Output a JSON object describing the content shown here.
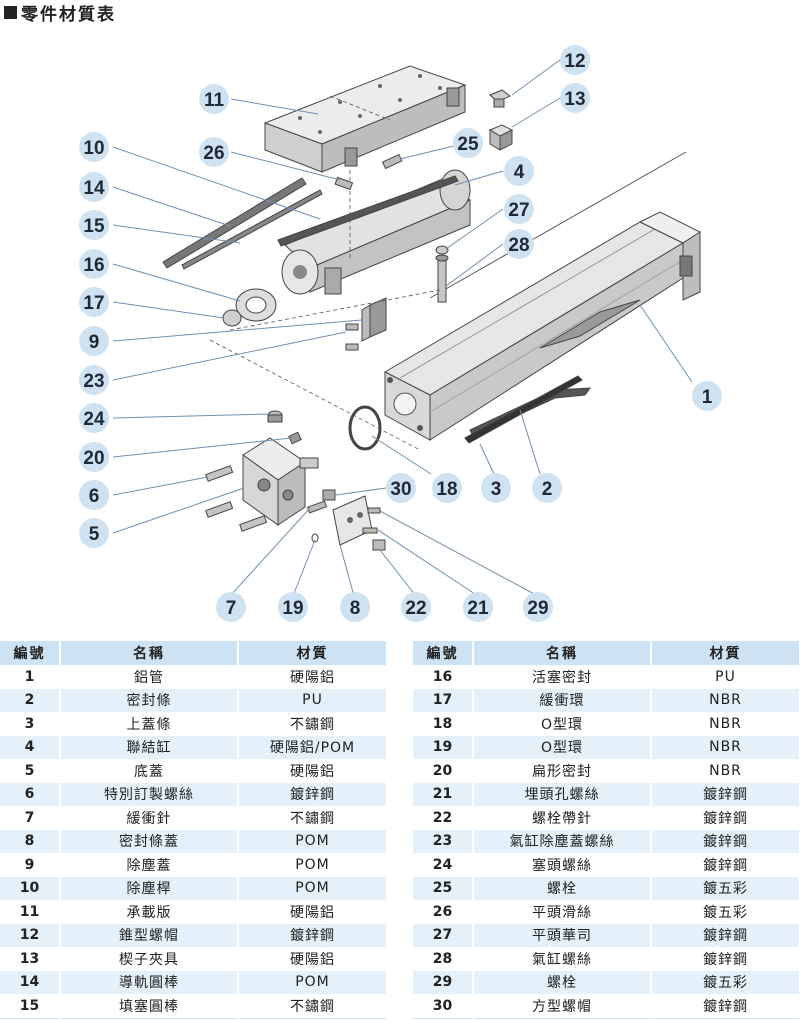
{
  "title": "零件材質表",
  "diagram": {
    "callouts": [
      "1",
      "2",
      "3",
      "4",
      "5",
      "6",
      "7",
      "8",
      "9",
      "10",
      "11",
      "12",
      "13",
      "14",
      "15",
      "16",
      "17",
      "18",
      "19",
      "20",
      "21",
      "22",
      "23",
      "24",
      "25",
      "26",
      "27",
      "28",
      "29",
      "30"
    ]
  },
  "table_left": {
    "headers": {
      "no": "編號",
      "name": "名稱",
      "material": "材質"
    },
    "rows": [
      {
        "no": "1",
        "name": "鋁管",
        "material": "硬陽鋁"
      },
      {
        "no": "2",
        "name": "密封條",
        "material": "PU"
      },
      {
        "no": "3",
        "name": "上蓋條",
        "material": "不鏽鋼"
      },
      {
        "no": "4",
        "name": "聯結缸",
        "material": "硬陽鋁/POM"
      },
      {
        "no": "5",
        "name": "底蓋",
        "material": "硬陽鋁"
      },
      {
        "no": "6",
        "name": "特別訂製螺絲",
        "material": "鍍鋅鋼"
      },
      {
        "no": "7",
        "name": "緩衝針",
        "material": "不鏽鋼"
      },
      {
        "no": "8",
        "name": "密封條蓋",
        "material": "POM"
      },
      {
        "no": "9",
        "name": "除塵蓋",
        "material": "POM"
      },
      {
        "no": "10",
        "name": "除塵桿",
        "material": "POM"
      },
      {
        "no": "11",
        "name": "承載版",
        "material": "硬陽鋁"
      },
      {
        "no": "12",
        "name": "錐型螺帽",
        "material": "鍍鋅鋼"
      },
      {
        "no": "13",
        "name": "楔子夾具",
        "material": "硬陽鋁"
      },
      {
        "no": "14",
        "name": "導軌圓棒",
        "material": "POM"
      },
      {
        "no": "15",
        "name": "填塞圓棒",
        "material": "不鏽鋼"
      }
    ]
  },
  "table_right": {
    "headers": {
      "no": "編號",
      "name": "名稱",
      "material": "材質"
    },
    "rows": [
      {
        "no": "16",
        "name": "活塞密封",
        "material": "PU"
      },
      {
        "no": "17",
        "name": "緩衝環",
        "material": "NBR"
      },
      {
        "no": "18",
        "name": "O型環",
        "material": "NBR"
      },
      {
        "no": "19",
        "name": "O型環",
        "material": "NBR"
      },
      {
        "no": "20",
        "name": "扁形密封",
        "material": "NBR"
      },
      {
        "no": "21",
        "name": "埋頭孔螺絲",
        "material": "鍍鋅鋼"
      },
      {
        "no": "22",
        "name": "螺栓帶針",
        "material": "鍍鋅鋼"
      },
      {
        "no": "23",
        "name": "氣缸除塵蓋螺絲",
        "material": "鍍鋅鋼"
      },
      {
        "no": "24",
        "name": "塞頭螺絲",
        "material": "鍍鋅鋼"
      },
      {
        "no": "25",
        "name": "螺栓",
        "material": "鍍五彩"
      },
      {
        "no": "26",
        "name": "平頭滑絲",
        "material": "鍍五彩"
      },
      {
        "no": "27",
        "name": "平頭華司",
        "material": "鍍鋅鋼"
      },
      {
        "no": "28",
        "name": "氣缸螺絲",
        "material": "鍍鋅鋼"
      },
      {
        "no": "29",
        "name": "螺栓",
        "material": "鍍五彩"
      },
      {
        "no": "30",
        "name": "方型螺帽",
        "material": "鍍鋅鋼"
      }
    ]
  }
}
